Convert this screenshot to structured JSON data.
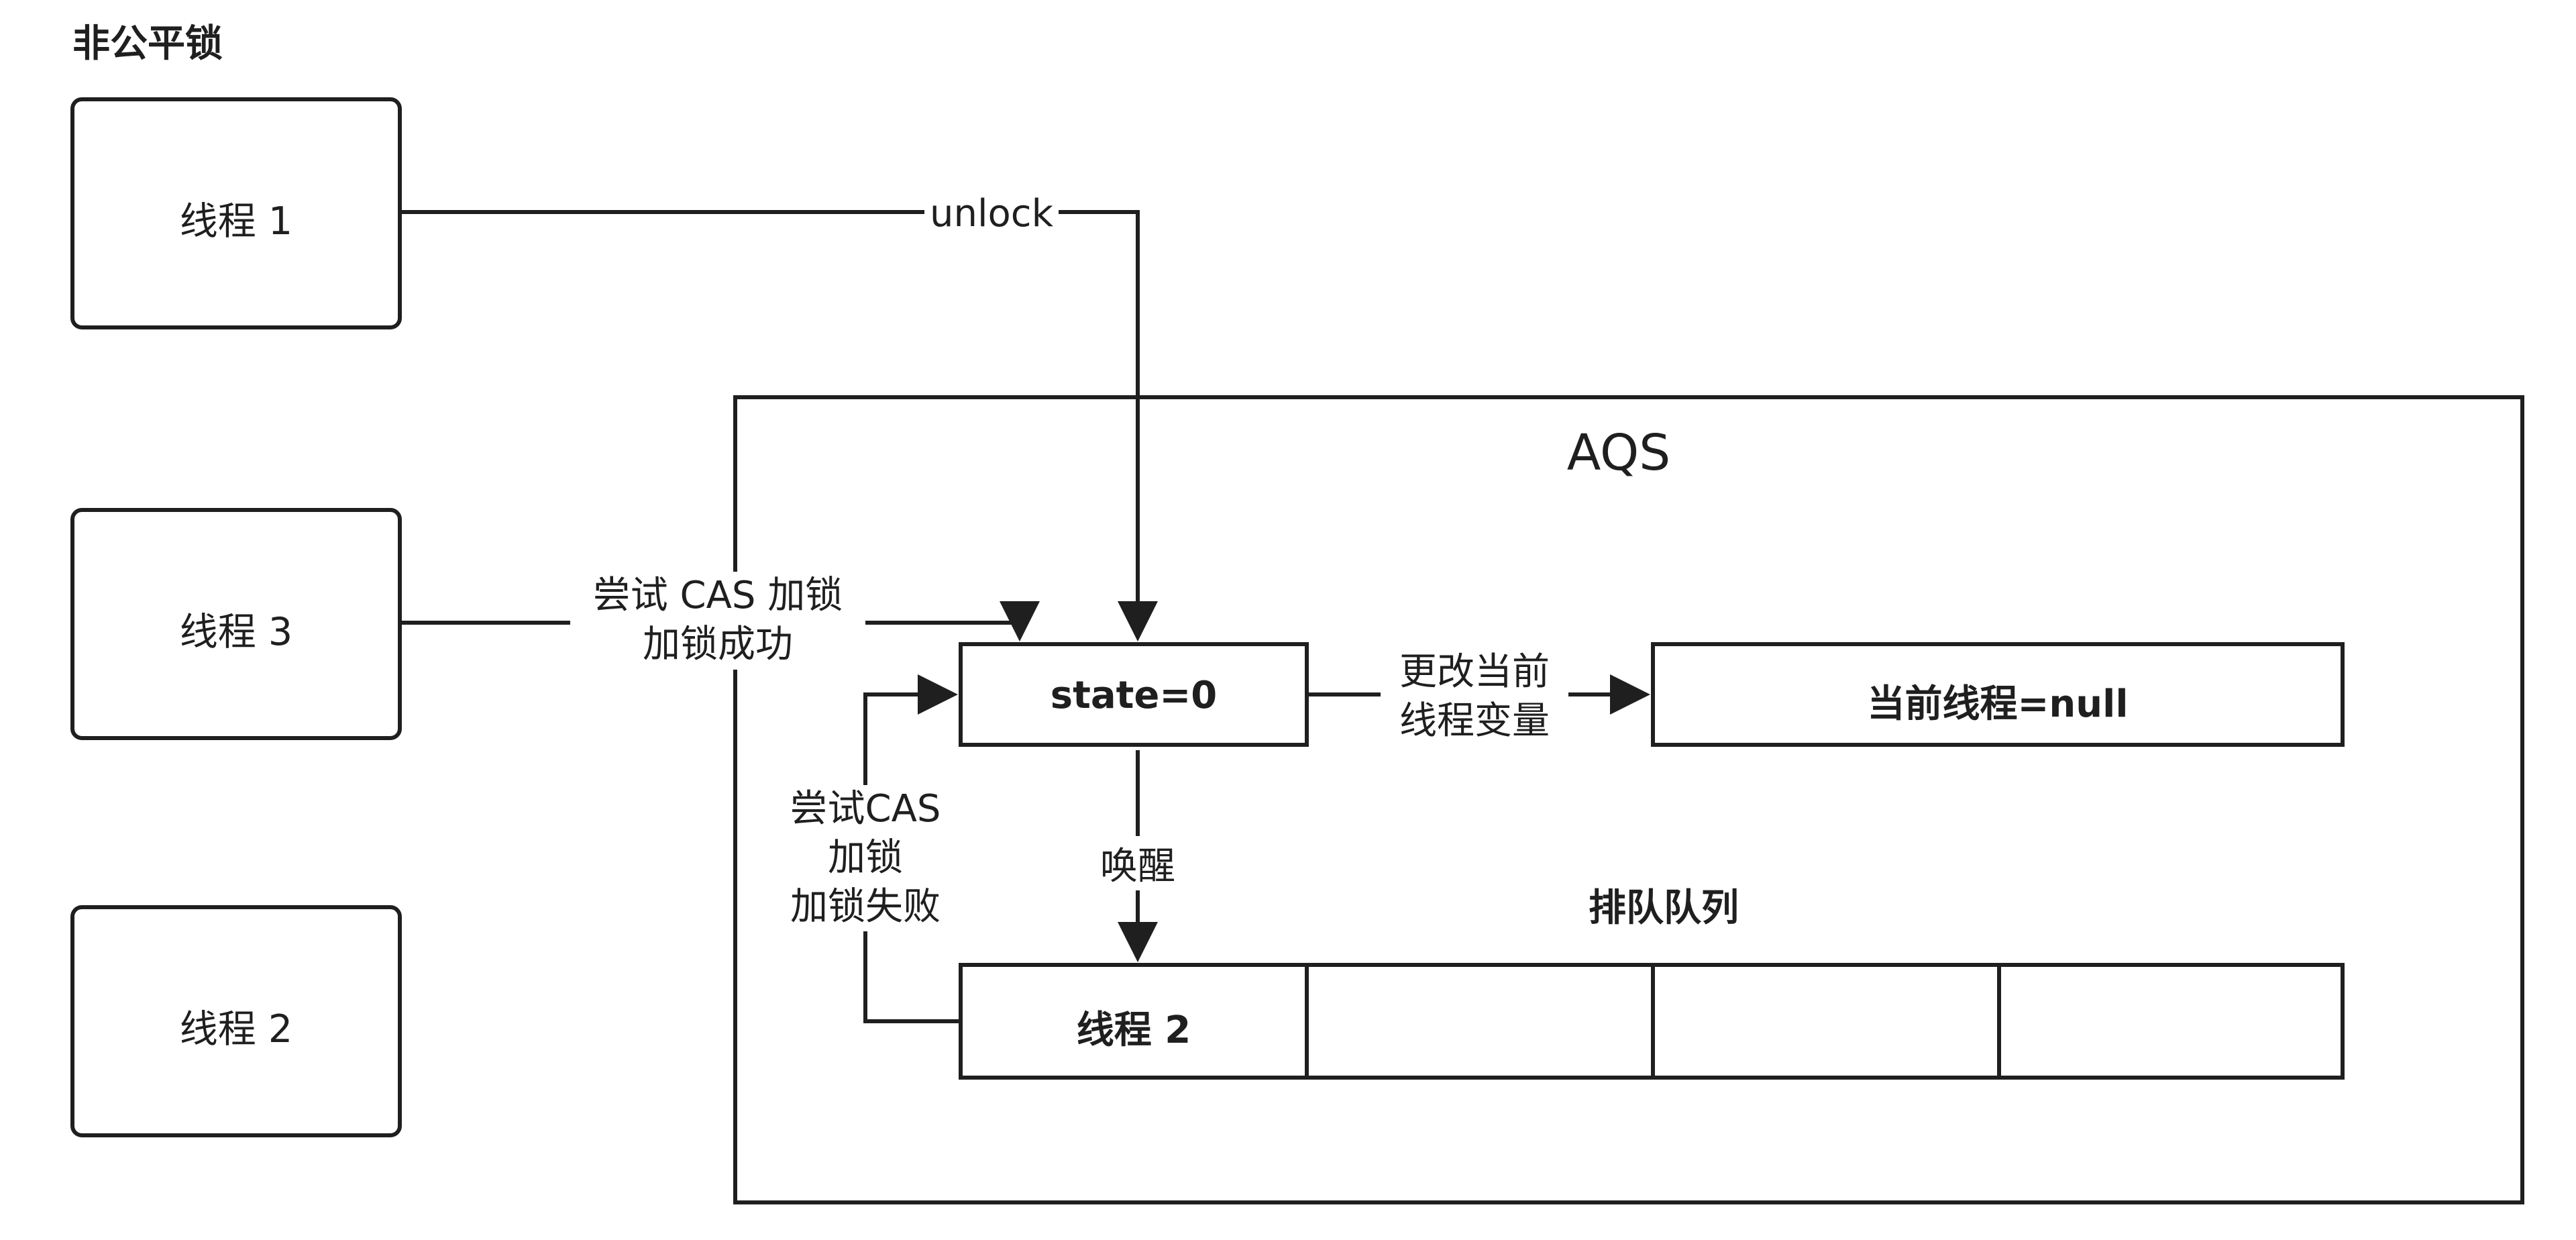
{
  "diagram": {
    "title": "非公平锁",
    "threads": [
      {
        "label": "线程 1"
      },
      {
        "label": "线程 3"
      },
      {
        "label": "线程 2"
      }
    ],
    "aqs": {
      "title": "AQS",
      "state": "state=0",
      "current_thread": "当前线程=null",
      "queue_title": "排队队列",
      "queue_slots": [
        "线程 2",
        "",
        "",
        ""
      ]
    },
    "edges": {
      "unlock": "unlock",
      "try_cas_success": [
        "尝试 CAS 加锁",
        "加锁成功"
      ],
      "change_current": [
        "更改当前",
        "线程变量"
      ],
      "wake": "唤醒",
      "try_cas_fail": [
        "尝试CAS",
        "加锁",
        "加锁失败"
      ]
    },
    "colors": {
      "stroke": "#1f1f1f",
      "text": "#1f1f1f",
      "background": "#ffffff"
    }
  }
}
